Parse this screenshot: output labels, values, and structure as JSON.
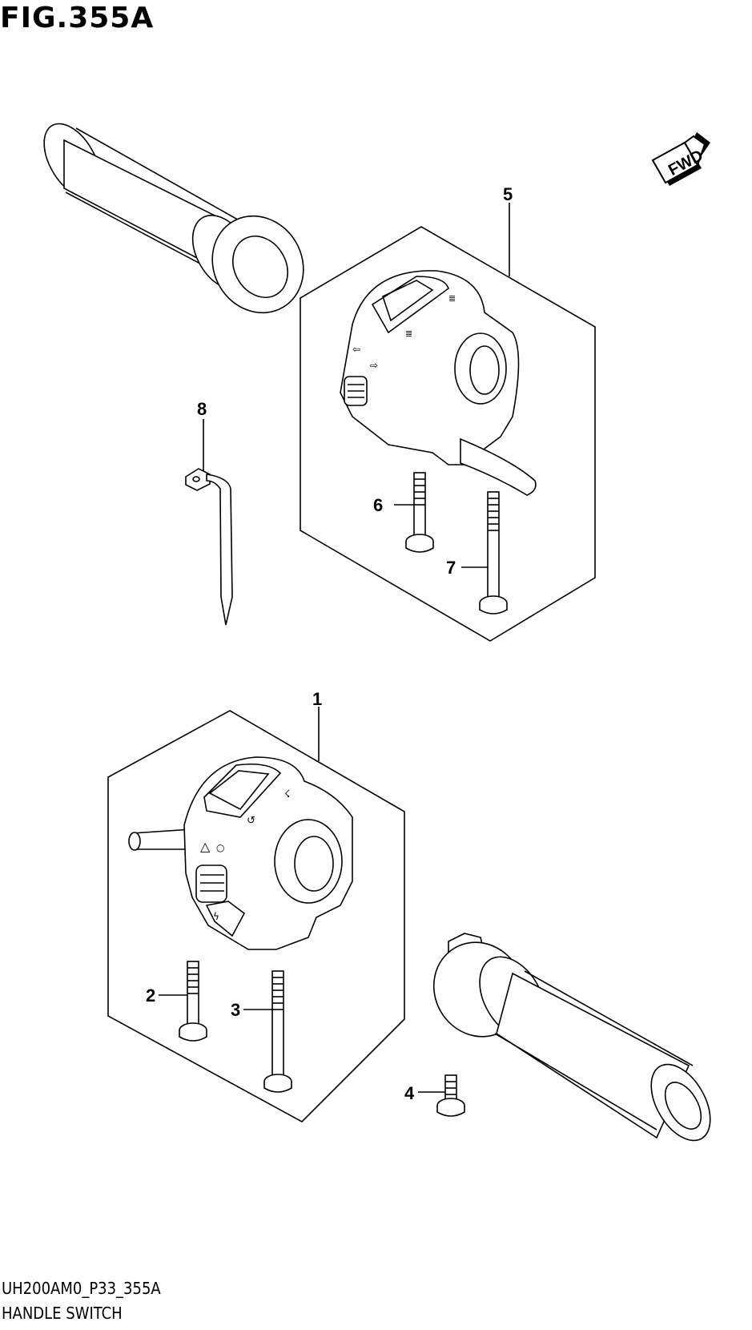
{
  "figure": {
    "title": "FIG.355A"
  },
  "fwd_badge": {
    "label": "FWD"
  },
  "callouts": [
    "1",
    "2",
    "3",
    "4",
    "5",
    "6",
    "7",
    "8"
  ],
  "footer": {
    "code": "UH200AM0_P33_355A",
    "name": "HANDLE SWITCH"
  }
}
